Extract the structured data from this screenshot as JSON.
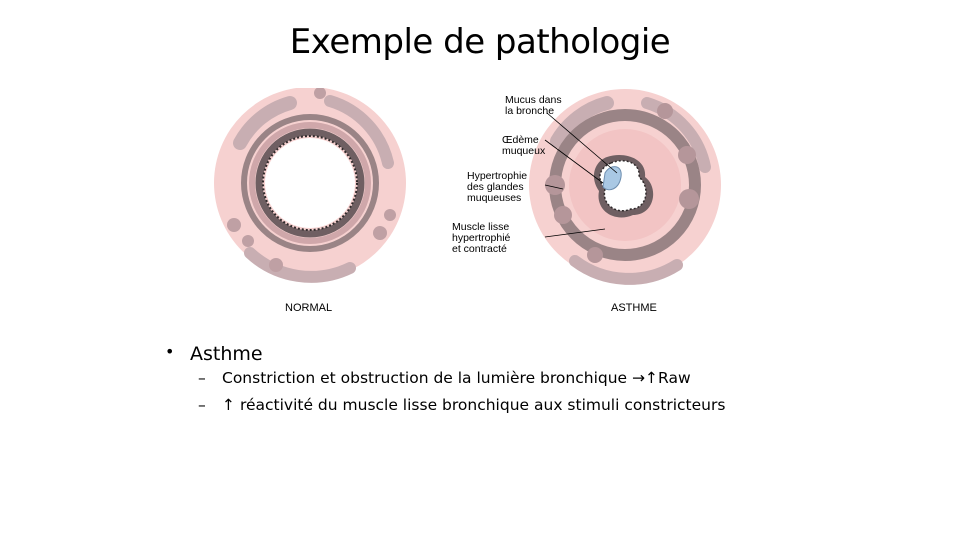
{
  "title": "Exemple de pathologie",
  "figure": {
    "caption_normal": "NORMAL",
    "caption_asthma": "ASTHME",
    "labels": [
      {
        "line1": "Mucus dans",
        "line2": "la bronche"
      },
      {
        "line1": "Œdème",
        "line2": "muqueux"
      },
      {
        "line1": "Hypertrophie",
        "line2": "des glandes",
        "line3": "muqueuses"
      },
      {
        "line1": "Muscle lisse",
        "line2": "hypertrophié",
        "line3": "et contracté"
      }
    ],
    "colors": {
      "tissue": "#f6d1d0",
      "muscle": "#9a8486",
      "mucosa": "#6f5f62",
      "edema": "#a9c8e4",
      "glands": "#c8aeb2"
    }
  },
  "bullets": [
    {
      "text": "Asthme",
      "sub": [
        {
          "text": "Constriction et obstruction de la lumière bronchique",
          "arrow": "→",
          "up": "↑",
          "suffix": "Raw"
        },
        {
          "up": "↑",
          "text": "réactivité du muscle lisse bronchique aux stimuli constricteurs"
        }
      ]
    }
  ],
  "glyphs": {
    "bullet": "•",
    "dash": "–"
  }
}
